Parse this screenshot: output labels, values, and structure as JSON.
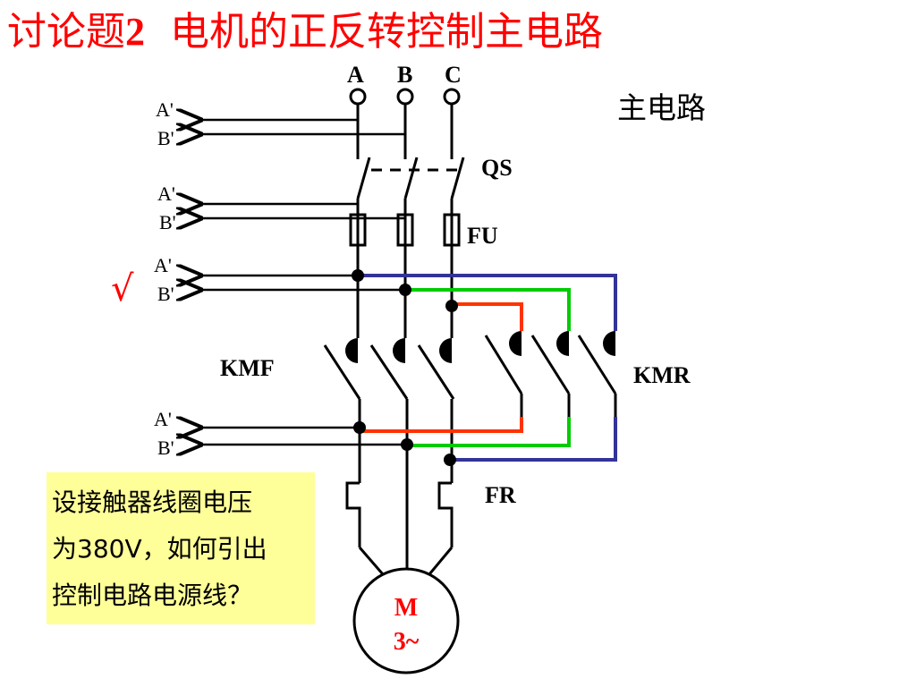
{
  "title": {
    "prefix": "讨论题",
    "number": "2",
    "text": "电机的正反转控制主电路"
  },
  "phases": [
    "A",
    "B",
    "C"
  ],
  "circuit_label": "主电路",
  "taps": [
    {
      "a": "A'",
      "b": "B'"
    },
    {
      "a": "A'",
      "b": "B'"
    },
    {
      "a": "A'",
      "b": "B'"
    },
    {
      "a": "A'",
      "b": "B'"
    }
  ],
  "selected_tap_mark": "√",
  "components": {
    "switch": "QS",
    "fuse": "FU",
    "forward_contactor": "KMF",
    "reverse_contactor": "KMR",
    "thermal_relay": "FR"
  },
  "motor": {
    "line1": "M",
    "line2": "3~"
  },
  "question": {
    "line1": "设接触器线圈电压",
    "line2": "为380V，如何引出",
    "line3": "控制电路电源线？"
  },
  "colors": {
    "title": "#ff0000",
    "wire_a": "#333399",
    "wire_b": "#00cc00",
    "wire_c": "#ff3300",
    "question_bg": "#ffff99"
  }
}
